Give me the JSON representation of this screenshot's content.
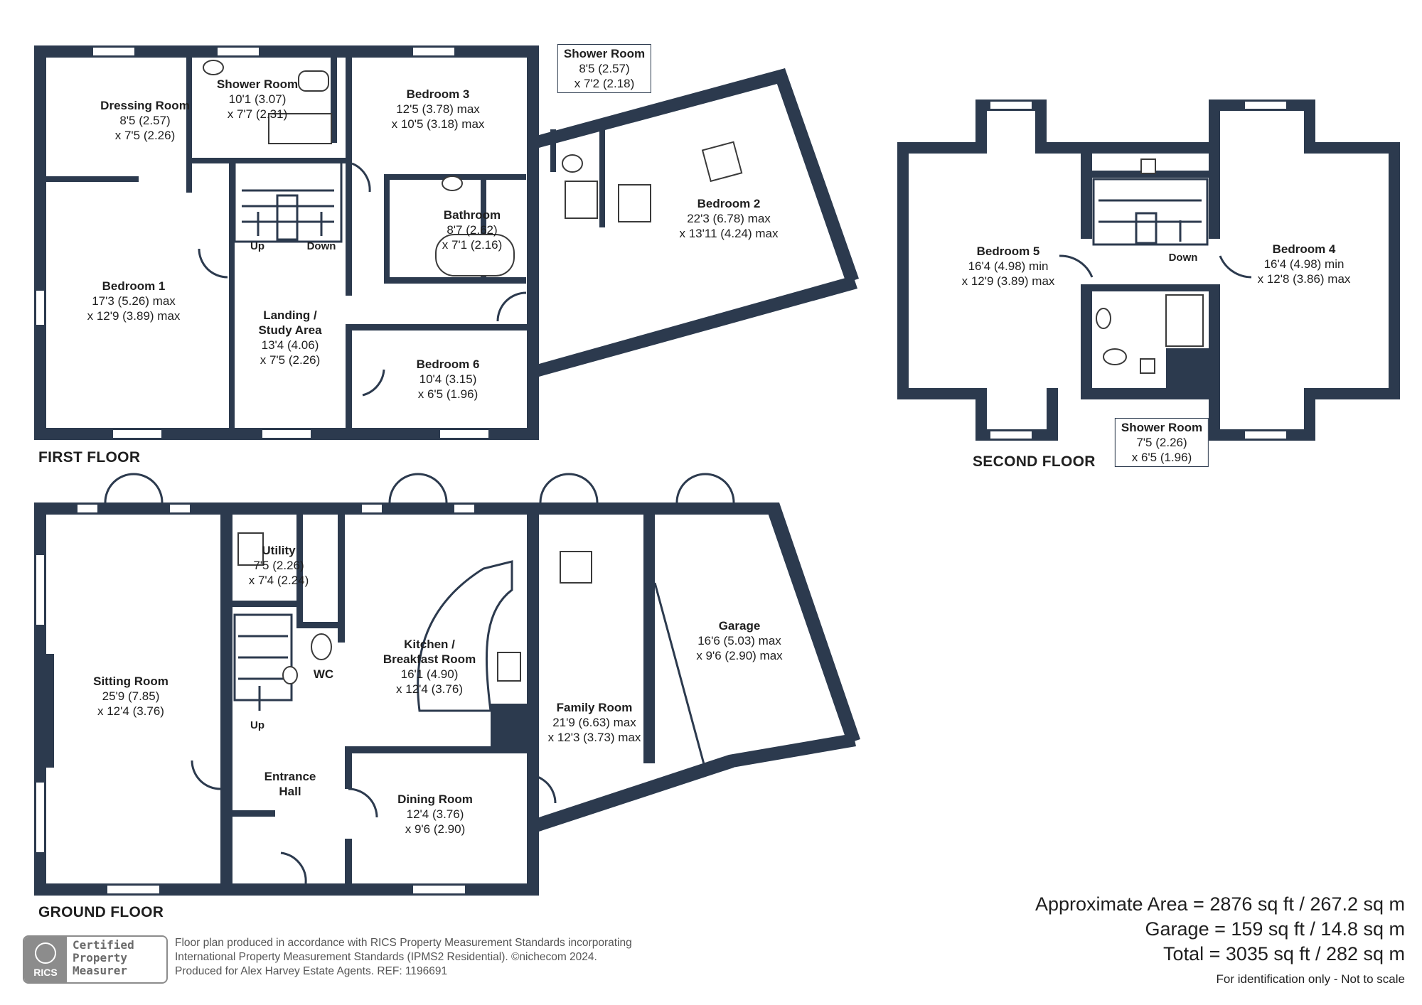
{
  "rooms": {
    "dressing": {
      "name": "Dressing Room",
      "d1": "8'5 (2.57)",
      "d2": "x 7'5 (2.26)"
    },
    "shower1": {
      "name": "Shower Room",
      "d1": "10'1 (3.07)",
      "d2": "x 7'7 (2.31)"
    },
    "bed3": {
      "name": "Bedroom 3",
      "d1": "12'5 (3.78) max",
      "d2": "x 10'5 (3.18) max"
    },
    "shower2": {
      "name": "Shower Room",
      "d1": "8'5 (2.57)",
      "d2": "x 7'2 (2.18)"
    },
    "bed2": {
      "name": "Bedroom 2",
      "d1": "22'3 (6.78) max",
      "d2": "x 13'11 (4.24) max"
    },
    "bath": {
      "name": "Bathroom",
      "d1": "8'7 (2.62)",
      "d2": "x 7'1 (2.16)"
    },
    "bed1": {
      "name": "Bedroom 1",
      "d1": "17'3 (5.26) max",
      "d2": "x 12'9 (3.89) max"
    },
    "landing_a": {
      "name": "Landing /",
      "d1": "13'4 (4.06)",
      "d2": "x 7'5 (2.26)"
    },
    "landing_b": {
      "name": "Study Area"
    },
    "bed6": {
      "name": "Bedroom 6",
      "d1": "10'4 (3.15)",
      "d2": "x 6'5 (1.96)"
    },
    "bed5": {
      "name": "Bedroom 5",
      "d1": "16'4 (4.98) min",
      "d2": "x 12'9 (3.89) max"
    },
    "bed4": {
      "name": "Bedroom 4",
      "d1": "16'4 (4.98) min",
      "d2": "x 12'8 (3.86) max"
    },
    "shower3": {
      "name": "Shower Room",
      "d1": "7'5 (2.26)",
      "d2": "x 6'5 (1.96)"
    },
    "sitting": {
      "name": "Sitting Room",
      "d1": "25'9 (7.85)",
      "d2": "x 12'4 (3.76)"
    },
    "utility": {
      "name": "Utility",
      "d1": "7'5 (2.26)",
      "d2": "x 7'4 (2.24)"
    },
    "wc": {
      "name": "WC"
    },
    "kitchen_a": {
      "name": "Kitchen /",
      "d1": "16'1 (4.90)",
      "d2": "x 12'4 (3.76)"
    },
    "kitchen_b": {
      "name": "Breakfast Room"
    },
    "garage": {
      "name": "Garage",
      "d1": "16'6 (5.03) max",
      "d2": "x 9'6 (2.90) max"
    },
    "family": {
      "name": "Family Room",
      "d1": "21'9 (6.63) max",
      "d2": "x 12'3 (3.73) max"
    },
    "entrance_a": {
      "name": "Entrance"
    },
    "entrance_b": {
      "name": "Hall"
    },
    "dining": {
      "name": "Dining Room",
      "d1": "12'4 (3.76)",
      "d2": "x 9'6 (2.90)"
    }
  },
  "stairs": {
    "up": "Up",
    "down": "Down"
  },
  "floors": {
    "first": "FIRST FLOOR",
    "second": "SECOND FLOOR",
    "ground": "GROUND FLOOR"
  },
  "areas": {
    "approx": "Approximate Area = 2876 sq ft / 267.2 sq m",
    "garage": "Garage = 159 sq ft / 14.8 sq m",
    "total": "Total = 3035 sq ft / 282 sq m"
  },
  "not_to_scale": "For identification only - Not to scale",
  "badge": {
    "short": "RICS",
    "line1": "Certified",
    "line2": "Property",
    "line3": "Measurer"
  },
  "disclaimer": {
    "line1": "Floor plan produced in accordance with RICS Property Measurement Standards incorporating",
    "line2": "International Property Measurement Standards (IPMS2 Residential).   ©nichecom 2024.",
    "line3": "Produced for Alex Harvey Estate Agents.   REF:  1196691"
  },
  "colors": {
    "wall": "#2c3a4e",
    "text": "#1f1f1f"
  }
}
